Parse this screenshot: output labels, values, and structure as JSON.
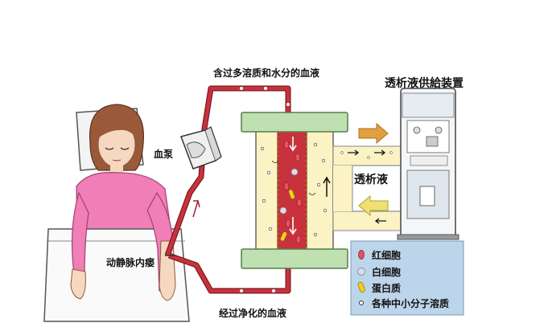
{
  "labels": {
    "top_blood": "含过多溶质和水分的血液",
    "bottom_blood": "经过净化的血液",
    "pump": "血泵",
    "fistula": "动静脉内瘘",
    "dialysate": "透析液",
    "device": "透析液供給装置"
  },
  "legend": {
    "rbc": "红细胞",
    "wbc": "白细胞",
    "protein": "蛋白质",
    "solute": "各种中小分子溶质"
  },
  "colors": {
    "blood": "#c8323c",
    "tube_outline": "#7a1a20",
    "filter_cap": "#bfe0b0",
    "dialysate_fill": "#fbf3c4",
    "legend_bg": "#bcd5ea",
    "arrow_orange": "#e0a040",
    "arrow_yellow": "#f0e070",
    "skin": "#f6d8c0",
    "shirt": "#ef7fb6",
    "hair": "#9a5a3a"
  }
}
